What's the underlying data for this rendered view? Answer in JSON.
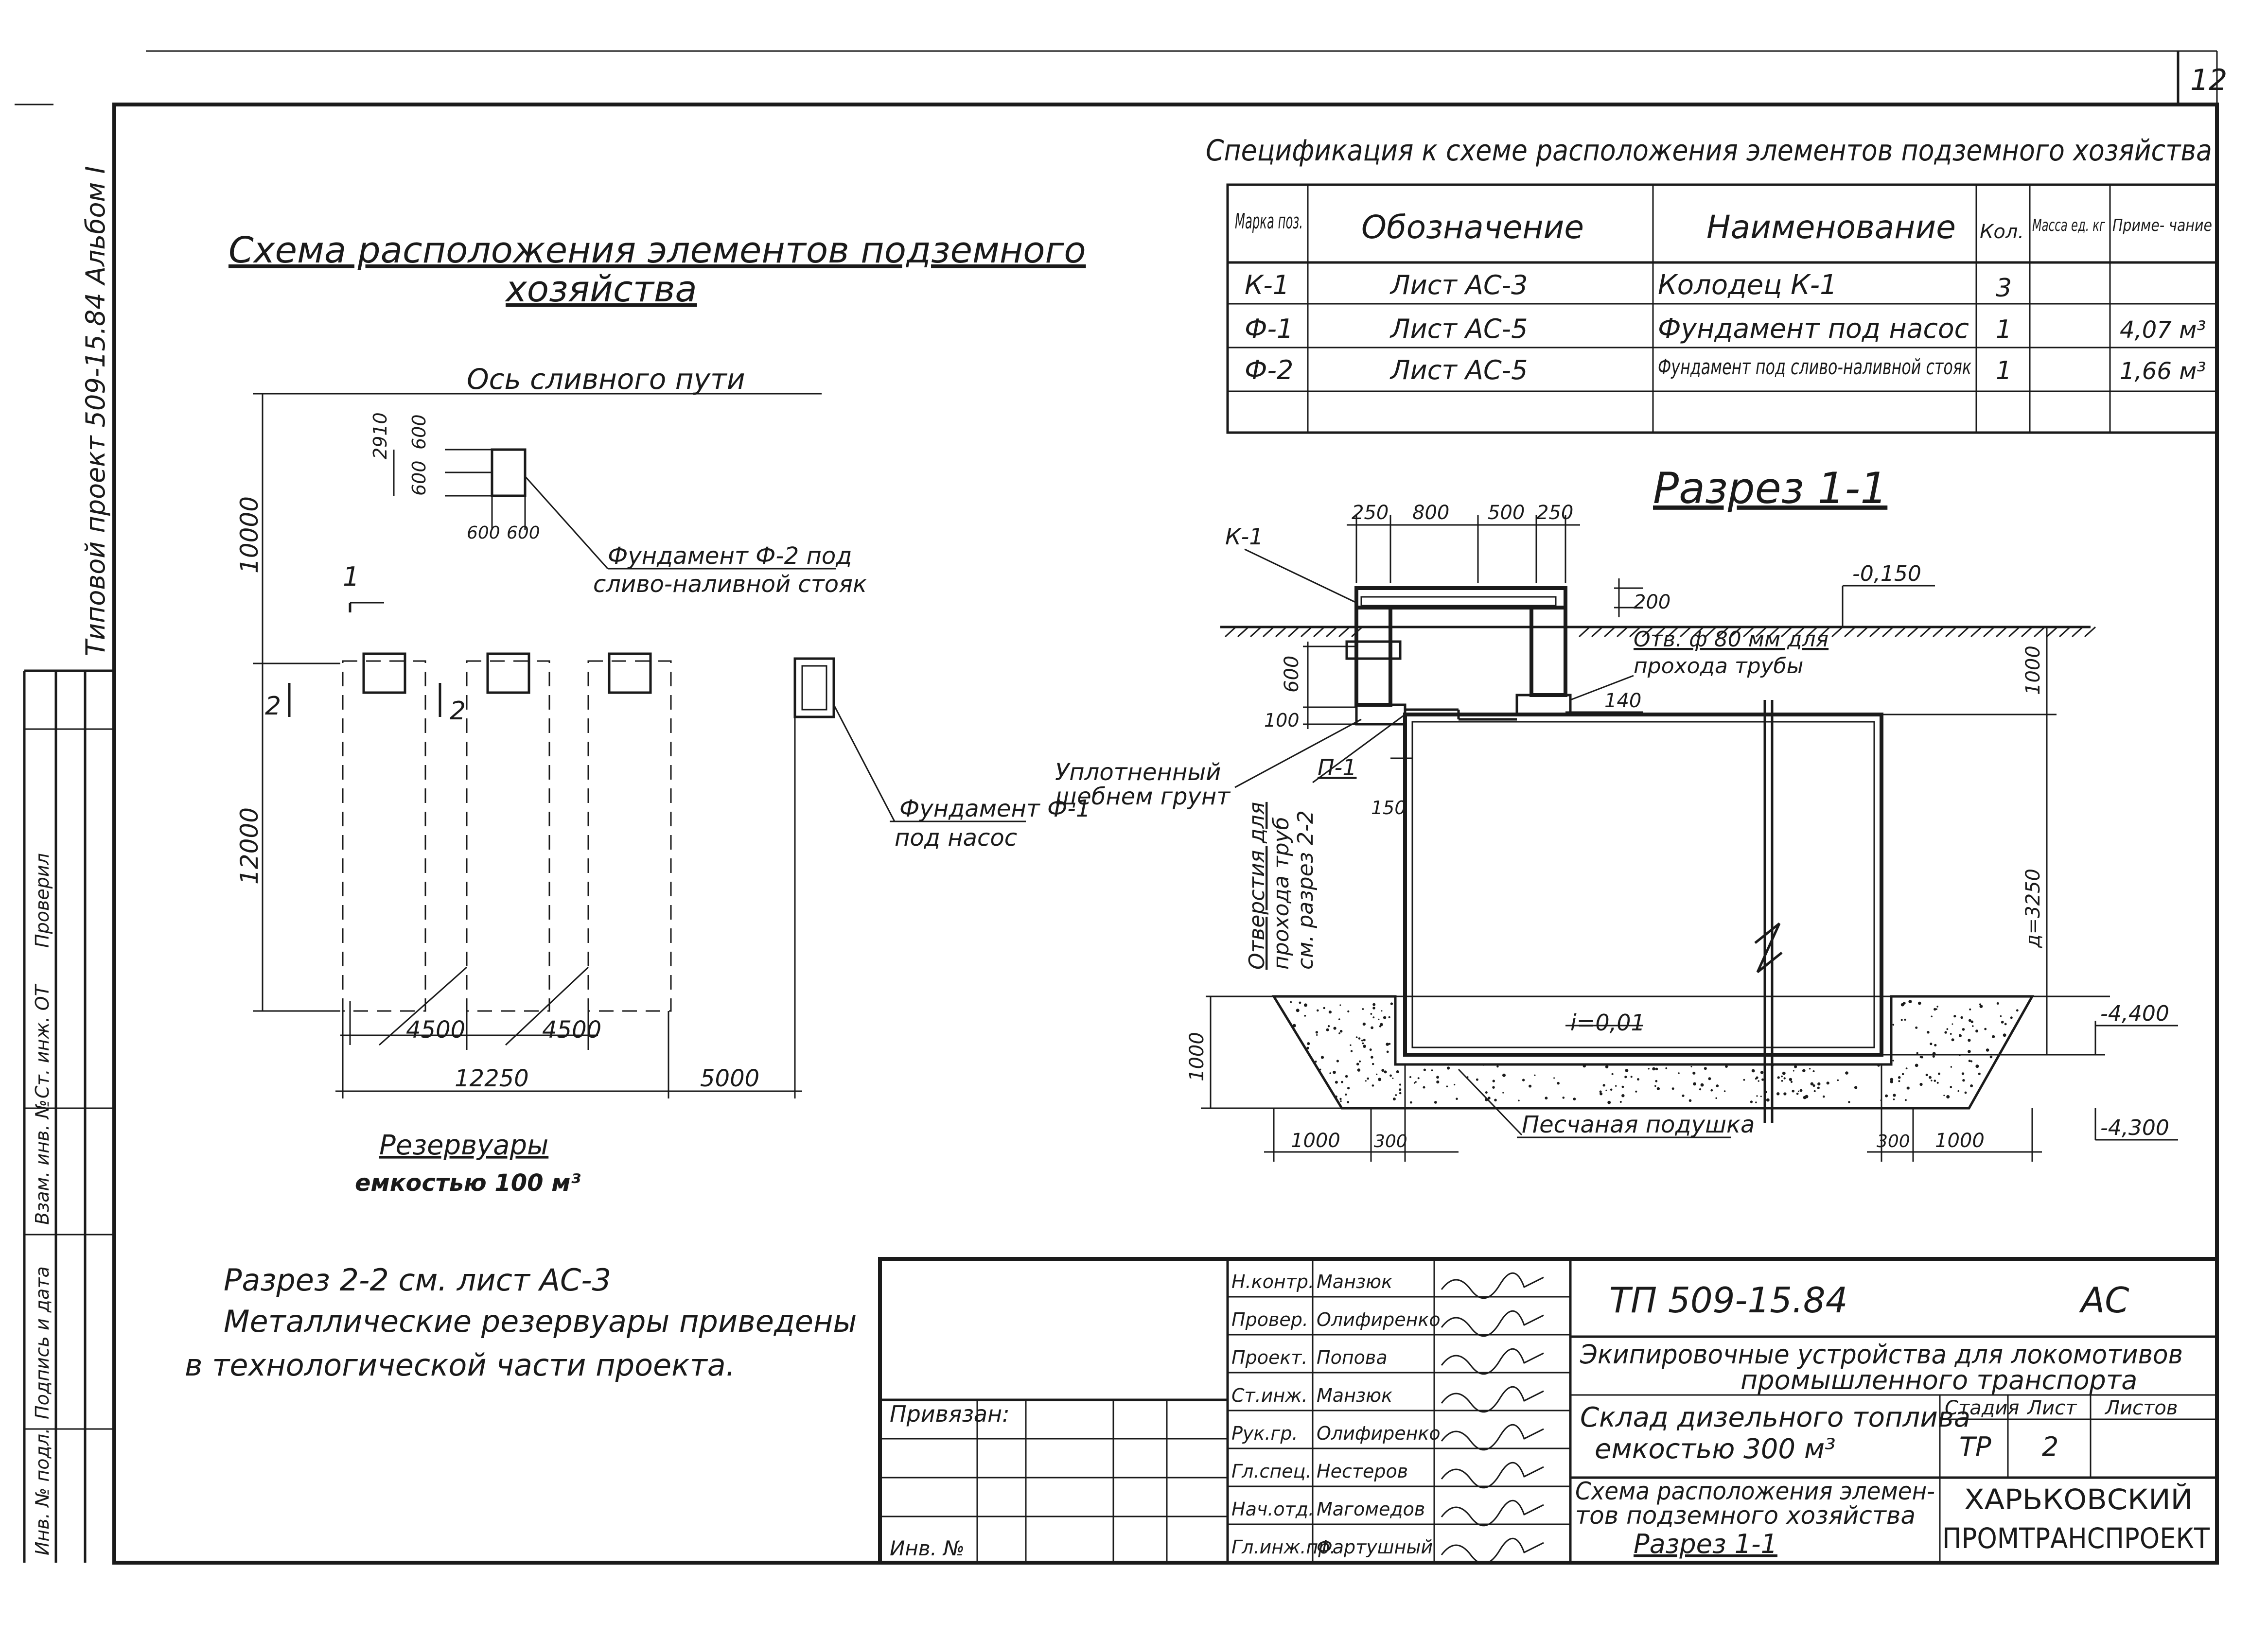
{
  "sheet_number": "12",
  "side_margin": {
    "project_title": "Типовой проект 509-15.84 Альбом I",
    "inv_podl": "Инв. № подл.",
    "podpis_data": "Подпись и дата",
    "vzam_inv": "Взам. инв. №",
    "st_inzh": "Ст. инж. ОТ",
    "proveril": "Проверил"
  },
  "layout_scheme": {
    "title_line1": "Схема расположения элементов подземного",
    "title_line2": "хозяйства",
    "axis_label": "Ось сливного пути",
    "dims": {
      "d10000": "10000",
      "d12000": "12000",
      "d2910": "2910",
      "d600a": "600",
      "d600b": "600",
      "d600c": "600",
      "d600d": "600",
      "d4500a": "4500",
      "d4500b": "4500",
      "d12250": "12250",
      "d5000": "5000"
    },
    "section_marks": {
      "s1": "1",
      "s2a": "2",
      "s2b": "2"
    },
    "callout_f2_line1": "Фундамент Ф-2 под",
    "callout_f2_line2": "сливо-наливной стояк",
    "callout_f1_line1": "Фундамент Ф-1",
    "callout_f1_line2": "под насос",
    "tanks_label_line1": "Резервуары",
    "tanks_label_line2": "емкостью 100 м³"
  },
  "notes": {
    "line1": "Разрез 2-2 см. лист АС-3",
    "line2": "Металлические резервуары приведены",
    "line3": "в технологической части проекта."
  },
  "spec_table": {
    "title": "Спецификация к схеме расположения элементов подземного хозяйства",
    "headers": {
      "mark": "Марка поз.",
      "designation": "Обозначение",
      "name": "Наименование",
      "qty": "Кол.",
      "mass": "Масса ед. кг",
      "note": "Приме- чание"
    },
    "rows": [
      {
        "mark": "К-1",
        "designation": "Лист АС-3",
        "name": "Колодец К-1",
        "qty": "3",
        "mass": "",
        "note": ""
      },
      {
        "mark": "Ф-1",
        "designation": "Лист АС-5",
        "name": "Фундамент под насос",
        "qty": "1",
        "mass": "",
        "note": "4,07 м³"
      },
      {
        "mark": "Ф-2",
        "designation": "Лист АС-5",
        "name": "Фундамент под сливо-наливной стояк",
        "qty": "1",
        "mass": "",
        "note": "1,66 м³"
      }
    ]
  },
  "section": {
    "title": "Разрез 1-1",
    "dims_top": [
      "250",
      "800",
      "500",
      "250"
    ],
    "mark_k1": "К-1",
    "mark_p1": "П-1",
    "d200": "200",
    "d140": "140",
    "d600": "600",
    "d100": "100",
    "d150": "150",
    "d1000_right": "1000",
    "d3250": "д=3250",
    "d1000_left": "1000",
    "bottom_dims": [
      "1000",
      "300",
      "300",
      "1000"
    ],
    "level_top": "-0,150",
    "level_mid": "-4,400",
    "level_bot": "-4,300",
    "slope": "i=0,01",
    "hole_label_line1": "Отв. ф 80 мм для",
    "hole_label_line2": "прохода трубы",
    "compacted_line1": "Уплотненный",
    "compacted_line2": "щебнем грунт",
    "pipe_holes_line1": "Отверстия для",
    "pipe_holes_line2": "прохода труб",
    "pipe_holes_line3": "см. разрез 2-2",
    "sand_cushion": "Песчаная подушка"
  },
  "title_block": {
    "code": "ТП 509-15.84",
    "stamp": "АС",
    "project_line1": "Экипировочные устройства для локомотивов",
    "project_line2": "промышленного транспорта",
    "object_line1": "Склад дизельного топлива",
    "object_line2": "емкостью 300 м³",
    "sheet_title_line1": "Схема расположения элемен-",
    "sheet_title_line2": "тов подземного хозяйства",
    "sheet_title_line3": "Разрез 1-1",
    "stage_label": "Стадия",
    "sheet_label": "Лист",
    "sheets_label": "Листов",
    "stage": "ТР",
    "sheet": "2",
    "org_line1": "ХАРЬКОВСКИЙ",
    "org_line2": "ПРОМТРАНСПРОЕКТ",
    "privyazan": "Привязан:",
    "inv_no": "Инв. №",
    "people": [
      {
        "role": "Н.контр.",
        "name": "Манзюк"
      },
      {
        "role": "Провер.",
        "name": "Олифиренко"
      },
      {
        "role": "Проект.",
        "name": "Попова"
      },
      {
        "role": "Ст.инж.",
        "name": "Манзюк"
      },
      {
        "role": "Рук.гр.",
        "name": "Олифиренко"
      },
      {
        "role": "Гл.спец.",
        "name": "Нестеров"
      },
      {
        "role": "Нач.отд.",
        "name": "Магомедов"
      },
      {
        "role": "Гл.инж.пр.",
        "name": "Фартушный"
      }
    ]
  }
}
